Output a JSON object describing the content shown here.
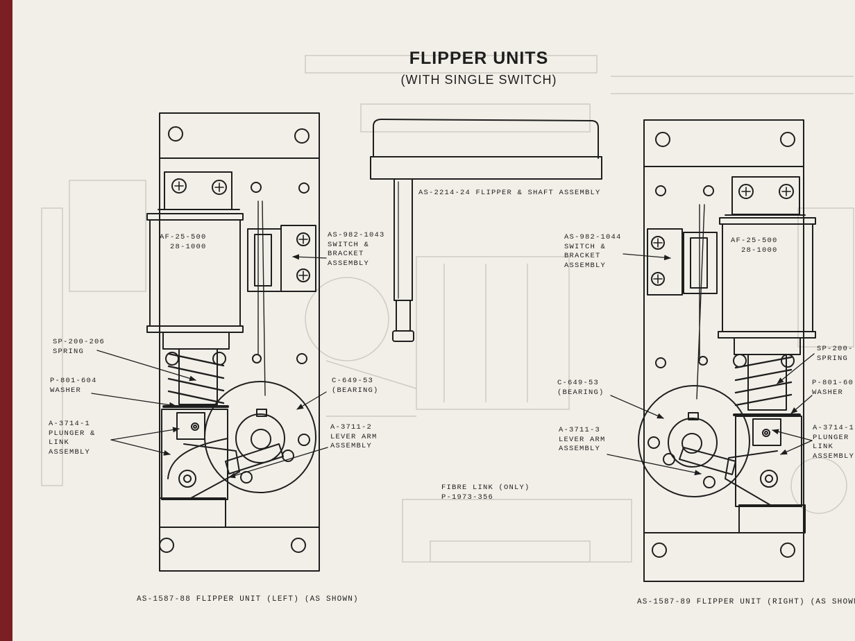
{
  "title": "FLIPPER UNITS",
  "subtitle": "(WITH SINGLE SWITCH)",
  "shaft_assembly": "AS-2214-24 FLIPPER & SHAFT ASSEMBLY",
  "fibre_link": "FIBRE LINK (ONLY)\nP-1973-356",
  "left_unit": {
    "coil": "AF-25-500\n  28-1000",
    "switch": "AS-982-1043\nSWITCH &\nBRACKET\nASSEMBLY",
    "spring": "SP-200-206\nSPRING",
    "washer": "P-801-604\nWASHER",
    "plunger": "A-3714-1\nPLUNGER &\nLINK\nASSEMBLY",
    "bearing": "C-649-53\n(BEARING)",
    "lever": "A-3711-2\nLEVER ARM\nASSEMBLY",
    "caption": "AS-1587-88 FLIPPER UNIT (LEFT) (AS SHOWN)"
  },
  "right_unit": {
    "coil": "AF-25-500\n  28-1000",
    "switch": "AS-982-1044\nSWITCH &\nBRACKET\nASSEMBLY",
    "spring": "SP-200-\nSPRING",
    "washer": "P-801-60\nWASHER",
    "plunger": "A-3714-1\nPLUNGER\nLINK\nASSEMBLY",
    "bearing": "C-649-53\n(BEARING)",
    "lever": "A-3711-3\nLEVER ARM\nASSEMBLY",
    "caption": "AS-1587-89 FLIPPER UNIT (RIGHT) (AS SHOWN"
  },
  "colors": {
    "paper": "#f2efe8",
    "ink": "#1e1e1e",
    "binding": "#7a1f24",
    "bleed": "#9a9890"
  }
}
